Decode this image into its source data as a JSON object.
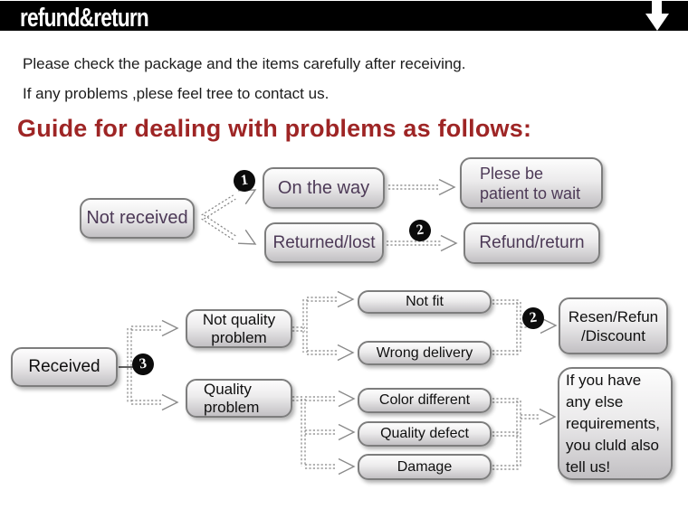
{
  "banner": {
    "title": "refund&return"
  },
  "intro": {
    "line1": "Please check the package and the items carefully after receiving.",
    "line2": "If any problems ,plese feel tree to contact us.",
    "heading": "Guide for dealing with problems as follows:"
  },
  "flow1": {
    "not_received": "Not received",
    "badge_1": "1",
    "on_the_way": "On the way",
    "returned_lost": "Returned/lost",
    "patient_wait": "Plese be\npatient to wait",
    "badge_2": "2",
    "refund_return": "Refund/return"
  },
  "flow2": {
    "received": "Received",
    "badge_3": "3",
    "not_quality_problem": "Not quality\nproblem",
    "quality_problem": "Quality\nproblem",
    "not_fit": "Not fit",
    "wrong_delivery": "Wrong delivery",
    "color_different": "Color different",
    "quality_defect": "Quality defect",
    "damage": "Damage",
    "badge_2": "2",
    "resend_refund_discount": "Resen/Refun\n/Discount",
    "other_requirements": "If you have\nany else\nrequirements,\nyou cluld also\ntell us!"
  },
  "colors": {
    "banner_bg": "#000000",
    "heading_red": "#9e2525",
    "flow1_text_purple": "#4d3a57",
    "flow2_text": "#101010",
    "box_border": "#7d7d7d"
  }
}
